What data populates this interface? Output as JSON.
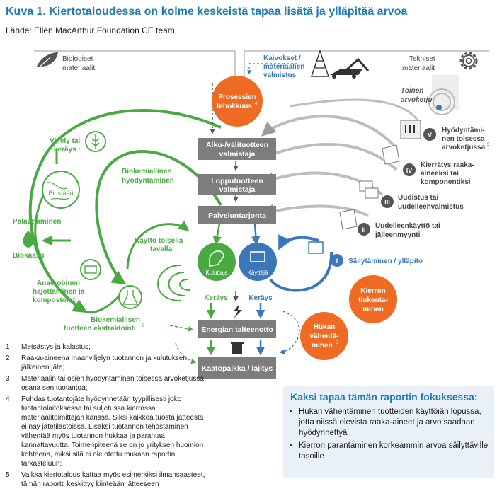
{
  "header": {
    "title": "Kuva 1. Kiertotaloudessa on kolme keskeistä tapaa lisätä ja ylläpitää arvoa",
    "source": "Lähde: Ellen MacArthur Foundation CE team"
  },
  "left": {
    "heading_line1": "Biologiset",
    "heading_line2": "materiaalit",
    "viljely_line1": "Viljely tai",
    "viljely_line2": "keräys",
    "viljely_sup": "1",
    "biosfaari": "Biosfääri",
    "biokemiallinen_line1": "Biokemiallinen",
    "biokemiallinen_line2": "hyödyntäminen",
    "palauttaminen": "Palauttaminen",
    "biokaasu": "Biokaasu",
    "anaerobinen_line1": "Anaerobinen",
    "anaerobinen_line2": "hajottaminen ja",
    "anaerobinen_line3": "kompostointi",
    "kaytto_line1": "Käyttö toisella",
    "kaytto_line2": "tavalla",
    "extrakt_line1": "Biokemiallisen",
    "extrakt_line2": "tuotteen ekstraktointi",
    "extrakt_sup": "2"
  },
  "center": {
    "kaivokset_line1": "Kaivokset /",
    "kaivokset_line2": "materiaalien",
    "kaivokset_line3": "valmistus",
    "prosessi_line1": "Prosessien",
    "prosessi_line2": "tehokkuus",
    "prosessi_sup": "4",
    "box_alku_line1": "Alku-/välituotteen",
    "box_alku_line2": "valmistaja",
    "box_loppu_line1": "Lopputuotteen",
    "box_loppu_line2": "valmistaja",
    "box_palvelu": "Palveluntarjonta",
    "kuluttaja": "Kuluttaja",
    "kayttaja": "Käyttäjä",
    "kerays_left": "Keräys",
    "kerays_right": "Keräys",
    "box_energia": "Energian talteenotto",
    "box_kaatopaikka": "Kaatopaikka / läjitys"
  },
  "right": {
    "heading_line1": "Tekniset",
    "heading_line2": "materiaalit",
    "toinen_line1": "Toinen",
    "toinen_line2": "arvoketju",
    "v_label": "V",
    "v_line1": "Hyödyntämi-",
    "v_line2": "nen toisessa",
    "v_line3": "arvoketjussa",
    "v_sup": "3",
    "iv_label": "IV",
    "iv_line1": "Kierrätys raaka-",
    "iv_line2": "aineeksi tai",
    "iv_line3": "komponentiksi",
    "iii_label": "III",
    "iii_line1": "Uudistus tai",
    "iii_line2": "uudelleenvalmistus",
    "ii_label": "II",
    "ii_line1": "Uudelleenkäyttö tai",
    "ii_line2": "jälleenmyynti",
    "i_label": "I",
    "i_text": "Säilytäminen / ylläpito",
    "kierron_line1": "Kierron",
    "kierron_line2": "tiukenta-",
    "kierron_line3": "minen",
    "hukan_line1": "Hukan",
    "hukan_line2": "vähentä-",
    "hukan_line3": "minen",
    "hukan_sup": "5"
  },
  "footnotes": [
    {
      "num": "1",
      "text": "Metsästys ja kalastus;"
    },
    {
      "num": "2",
      "text": "Raaka-aineena maanviljelyn tuotannon ja kulutuksen jälkeinen jäte;"
    },
    {
      "num": "3",
      "text": "Materiaalin tai osien hyödyntäminen toisessa arvoketjussa osana sen tuotantoa;"
    },
    {
      "num": "4",
      "text": "Puhdas tuotantojäte hyödynnetään tyypillisesti joko tuotantolaitoksessa tai suljetussa kierrossa materiaalitoimittajan kanssa. Siksi kaikkea tuosta jätteestä ei näy jätetilastoissa. Lisäksi tuotannon tehostaminen vähentää myös tuotannon hukkaa ja parantaa kannattavuutta. Toimenpiteenä se on jo yrityksen huomion kohteena, miksi sitä ei ole otettu mukaan raportin tarkasteluun;"
    },
    {
      "num": "5",
      "text": "Vaikka kiertotalous kattaa myös esimerkiksi ilmansaasteet, tämän raportti keskittyy kiinteään jätteeseen"
    }
  ],
  "focus": {
    "title": "Kaksi tapaa tämän raportin fokuksessa:",
    "items": [
      "Hukan vähentäminen tuotteiden käyttöiän lopussa, jotta niissä olevista raaka-aineet ja arvo saadaan hyödynnettyä",
      "Kierron parantaminen korkeammin arvoa säilyttäville tasoille"
    ]
  },
  "colors": {
    "green": "#4aaa42",
    "blue": "#3b78b9",
    "orange": "#ef6a23",
    "gray_box": "#7d7d7d",
    "title_blue": "#1f7ab8"
  }
}
